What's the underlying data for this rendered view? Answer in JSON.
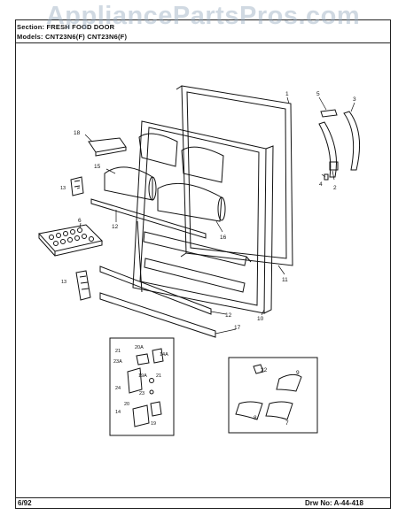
{
  "header": {
    "section_prefix": "Section",
    "section_name": "FRESH FOOD DOOR",
    "models_prefix": "Models",
    "models": "CNT23N6(F) CNT23N6(F)"
  },
  "watermark": "AppliancePartsPros.com",
  "footer": {
    "date": "6/92",
    "drawing_number": "Drw No: A-44-418"
  },
  "callouts": [
    "1",
    "2",
    "3",
    "4",
    "5",
    "6",
    "7",
    "8",
    "9",
    "10",
    "11",
    "12",
    "12",
    "13",
    "13",
    "14",
    "14A",
    "15",
    "16",
    "17",
    "18",
    "19",
    "19A",
    "20",
    "20A",
    "21",
    "21",
    "22",
    "23",
    "23A",
    "24"
  ]
}
